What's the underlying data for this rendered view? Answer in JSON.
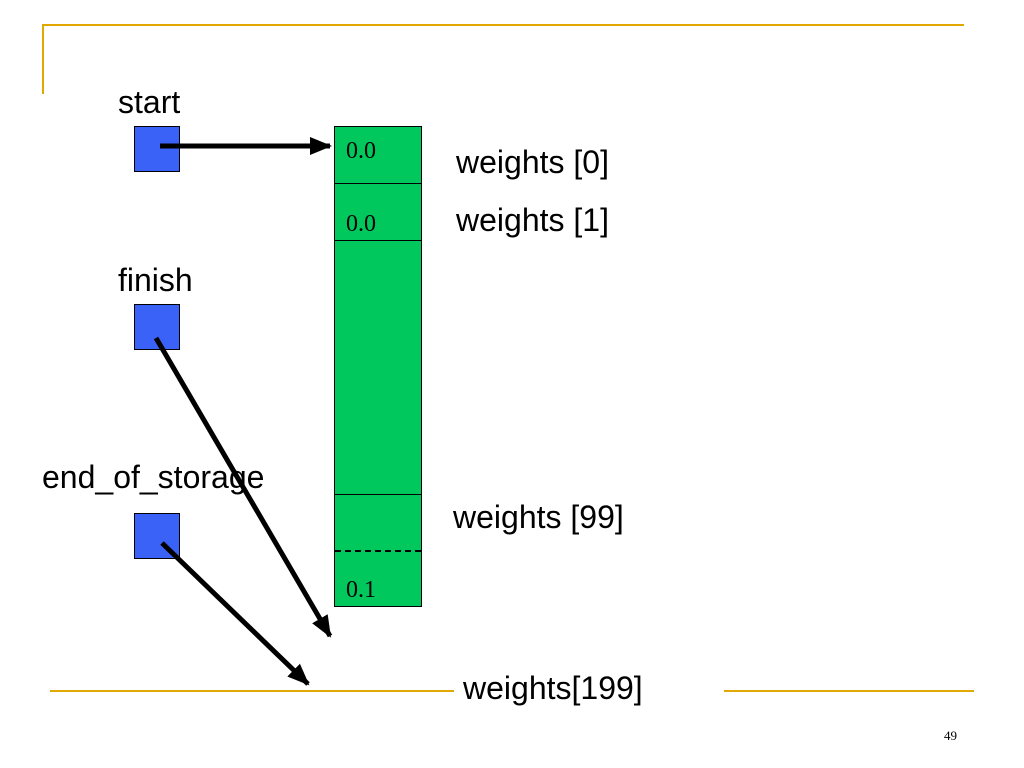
{
  "pointers": {
    "start": "start",
    "finish": "finish",
    "end_of_storage": "end_of_storage"
  },
  "array": {
    "cell_0_value": "0.0",
    "cell_1_value": "0.0",
    "cell_last_value": "0.1"
  },
  "labels": {
    "weights_0": "weights [0]",
    "weights_1": "weights [1]",
    "weights_99": "weights [99]",
    "weights_199": "weights[199]"
  },
  "page_number": "49",
  "colors": {
    "pointer_box": "#3a62f7",
    "array_fill": "#00c85c",
    "rule": "#e0a800"
  }
}
